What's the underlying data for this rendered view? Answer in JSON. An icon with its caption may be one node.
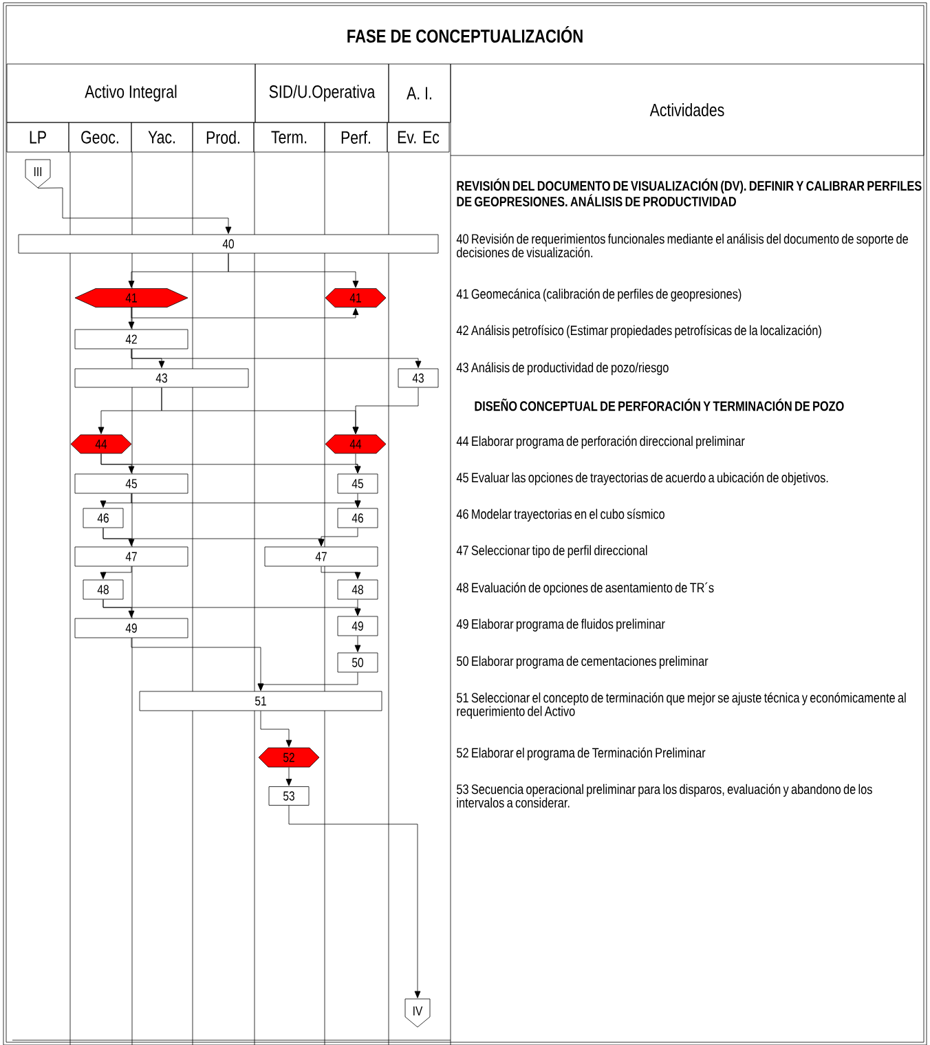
{
  "diagram": {
    "title": "FASE DE CONCEPTUALIZACIÓN",
    "nodes": [
      {
        "text": [
          "III"
        ]
      },
      {
        "text": [
          "40"
        ]
      },
      {
        "text": [
          "41"
        ]
      },
      {
        "text": [
          "41"
        ]
      },
      {
        "text": [
          "42"
        ]
      },
      {
        "text": [
          "43"
        ]
      },
      {
        "text": [
          "43"
        ]
      },
      {
        "text": [
          "44"
        ]
      },
      {
        "text": [
          "44"
        ]
      },
      {
        "text": [
          "45"
        ]
      },
      {
        "text": [
          "45"
        ]
      },
      {
        "text": [
          "46"
        ]
      },
      {
        "text": [
          "46"
        ]
      },
      {
        "text": [
          "47"
        ]
      },
      {
        "text": [
          "47"
        ]
      },
      {
        "text": [
          "48"
        ]
      },
      {
        "text": [
          "48"
        ]
      },
      {
        "text": [
          "49"
        ]
      },
      {
        "text": [
          "49"
        ]
      },
      {
        "text": [
          "50"
        ]
      },
      {
        "text": [
          "51"
        ]
      },
      {
        "text": [
          "52"
        ]
      },
      {
        "text": [
          "53"
        ]
      },
      {
        "text": [
          "IV"
        ]
      }
    ],
    "edges": [
      {
        "from": 0,
        "to": 1,
        "arrow": "to"
      },
      {
        "from": 1,
        "to": 2,
        "arrow": "to"
      },
      {
        "from": 1,
        "to": 3,
        "arrow": "to"
      },
      {
        "from": 2,
        "to": 4,
        "arrow": "to"
      },
      {
        "from": 2,
        "to": 3,
        "arrow": "to"
      },
      {
        "from": 4,
        "to": 5,
        "arrow": "to"
      },
      {
        "from": 4,
        "to": 6,
        "arrow": "to"
      },
      {
        "from": 5,
        "to": 7,
        "arrow": "to"
      },
      {
        "from": 5,
        "to": 8,
        "arrow": "to"
      },
      {
        "from": 6,
        "to": 8,
        "arrow": "to"
      },
      {
        "from": 7,
        "to": 9,
        "arrow": "to"
      },
      {
        "from": 7,
        "to": 10,
        "arrow": "to"
      },
      {
        "from": 8,
        "to": 10,
        "arrow": "to"
      },
      {
        "from": 9,
        "to": 11,
        "arrow": "to"
      },
      {
        "from": 9,
        "to": 12,
        "arrow": "to"
      },
      {
        "from": 10,
        "to": 12,
        "arrow": "to"
      },
      {
        "from": 11,
        "to": 13,
        "arrow": "to"
      },
      {
        "from": 11,
        "to": 14,
        "arrow": "to"
      },
      {
        "from": 12,
        "to": 14,
        "arrow": "to"
      },
      {
        "from": 13,
        "to": 15,
        "arrow": "to"
      },
      {
        "from": 14,
        "to": 16,
        "arrow": "to"
      },
      {
        "from": 15,
        "to": 17,
        "arrow": "to"
      },
      {
        "from": 15,
        "to": 18,
        "arrow": "to"
      },
      {
        "from": 16,
        "to": 18,
        "arrow": "to"
      },
      {
        "from": 18,
        "to": 19,
        "arrow": "to"
      },
      {
        "from": 17,
        "to": 20,
        "arrow": "to"
      },
      {
        "from": 19,
        "to": 20,
        "arrow": "to"
      },
      {
        "from": 20,
        "to": 21,
        "arrow": "to"
      },
      {
        "from": 21,
        "to": 22,
        "arrow": "to"
      },
      {
        "from": 22,
        "to": 23,
        "arrow": "to"
      }
    ],
    "labels": [
      "Activo Integral",
      "SID/U.Operativa",
      "A. I.",
      "Actividades",
      "LP",
      "Geoc.",
      "Yac.",
      "Prod.",
      "Term.",
      "Perf.",
      "Ev. Ec",
      "REVISIÓN DEL DOCUMENTO DE VISUALIZACIÓN (DV). DEFINIR Y CALIBRAR PERFILES DE GEOPRESIONES.  ANÁLISIS DE PRODUCTIVIDAD",
      "40 Revisión de requerimientos funcionales mediante el análisis del documento de soporte de decisiones de visualización.",
      "41 Geomecánica (calibración de perfiles de geopresiones)",
      "42 Análisis petrofísico (Estimar propiedades petrofísicas de la localización)",
      "43 Análisis de productividad de pozo/riesgo",
      "DISEÑO CONCEPTUAL DE PERFORACIÓN Y TERMINACIÓN DE POZO",
      "44 Elaborar programa de perforación direccional preliminar",
      "45 Evaluar las opciones de trayectorias de acuerdo a ubicación de objetivos.",
      "46 Modelar trayectorias en el cubo sísmico",
      "47 Seleccionar tipo de perfil direccional",
      "48 Evaluación de opciones de asentamiento de TR´s",
      "49 Elaborar programa de fluidos preliminar",
      "50 Elaborar programa de cementaciones preliminar",
      "51 Seleccionar el concepto de terminación que mejor se ajuste técnica y económicamente al requerimiento del Activo",
      "52 Elaborar el programa de Terminación Preliminar",
      "53 Secuencia operacional preliminar para los disparos, evaluación y abandono de los intervalos a considerar."
    ]
  }
}
